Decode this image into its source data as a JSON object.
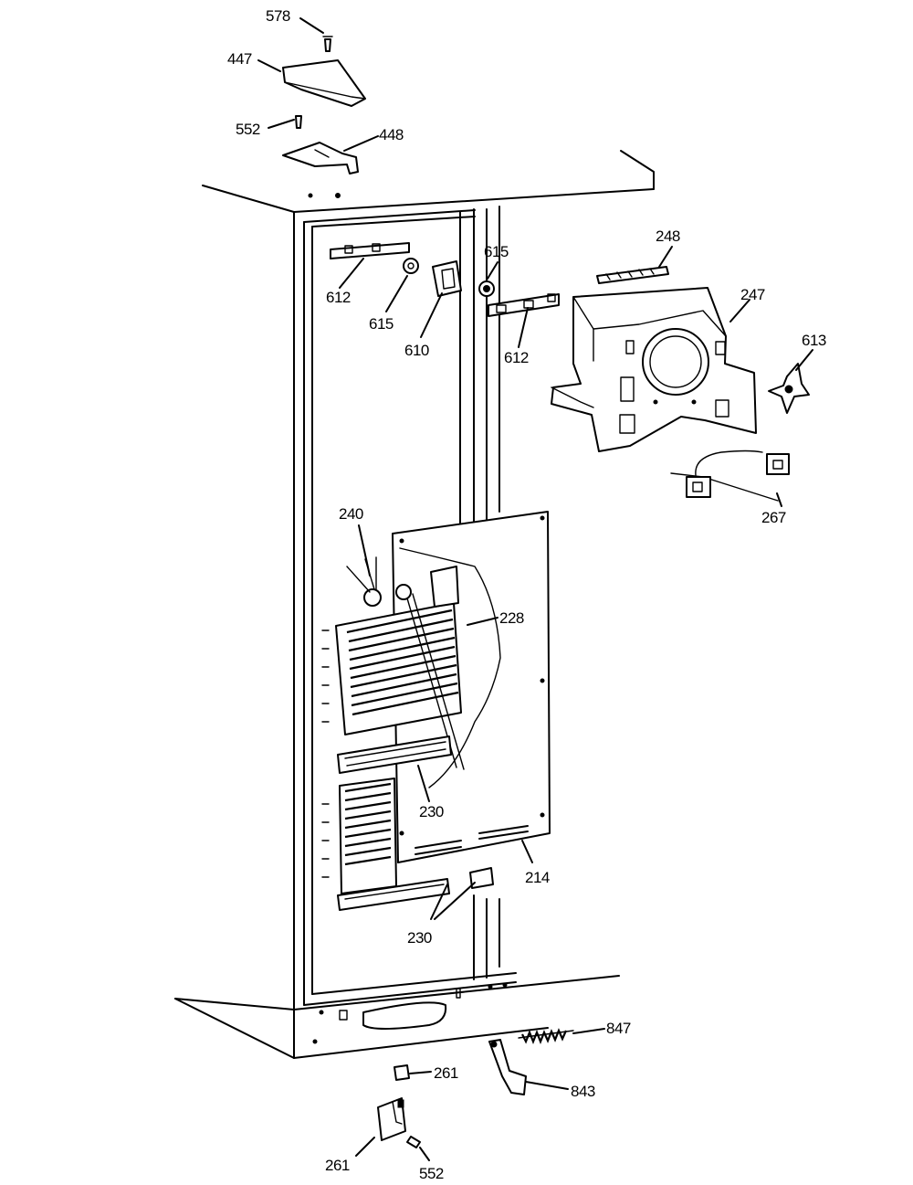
{
  "diagram": {
    "callouts": {
      "c578": "578",
      "c447": "447",
      "c552_top": "552",
      "c448": "448",
      "c248": "248",
      "c247": "247",
      "c615_right": "615",
      "c612_left": "612",
      "c615_left": "615",
      "c610": "610",
      "c612_right": "612",
      "c613": "613",
      "c267": "267",
      "c240": "240",
      "c228": "228",
      "c230_mid": "230",
      "c214": "214",
      "c230_low": "230",
      "c847": "847",
      "c843": "843",
      "c261_mid": "261",
      "c261_low": "261",
      "c552_low": "552"
    }
  }
}
